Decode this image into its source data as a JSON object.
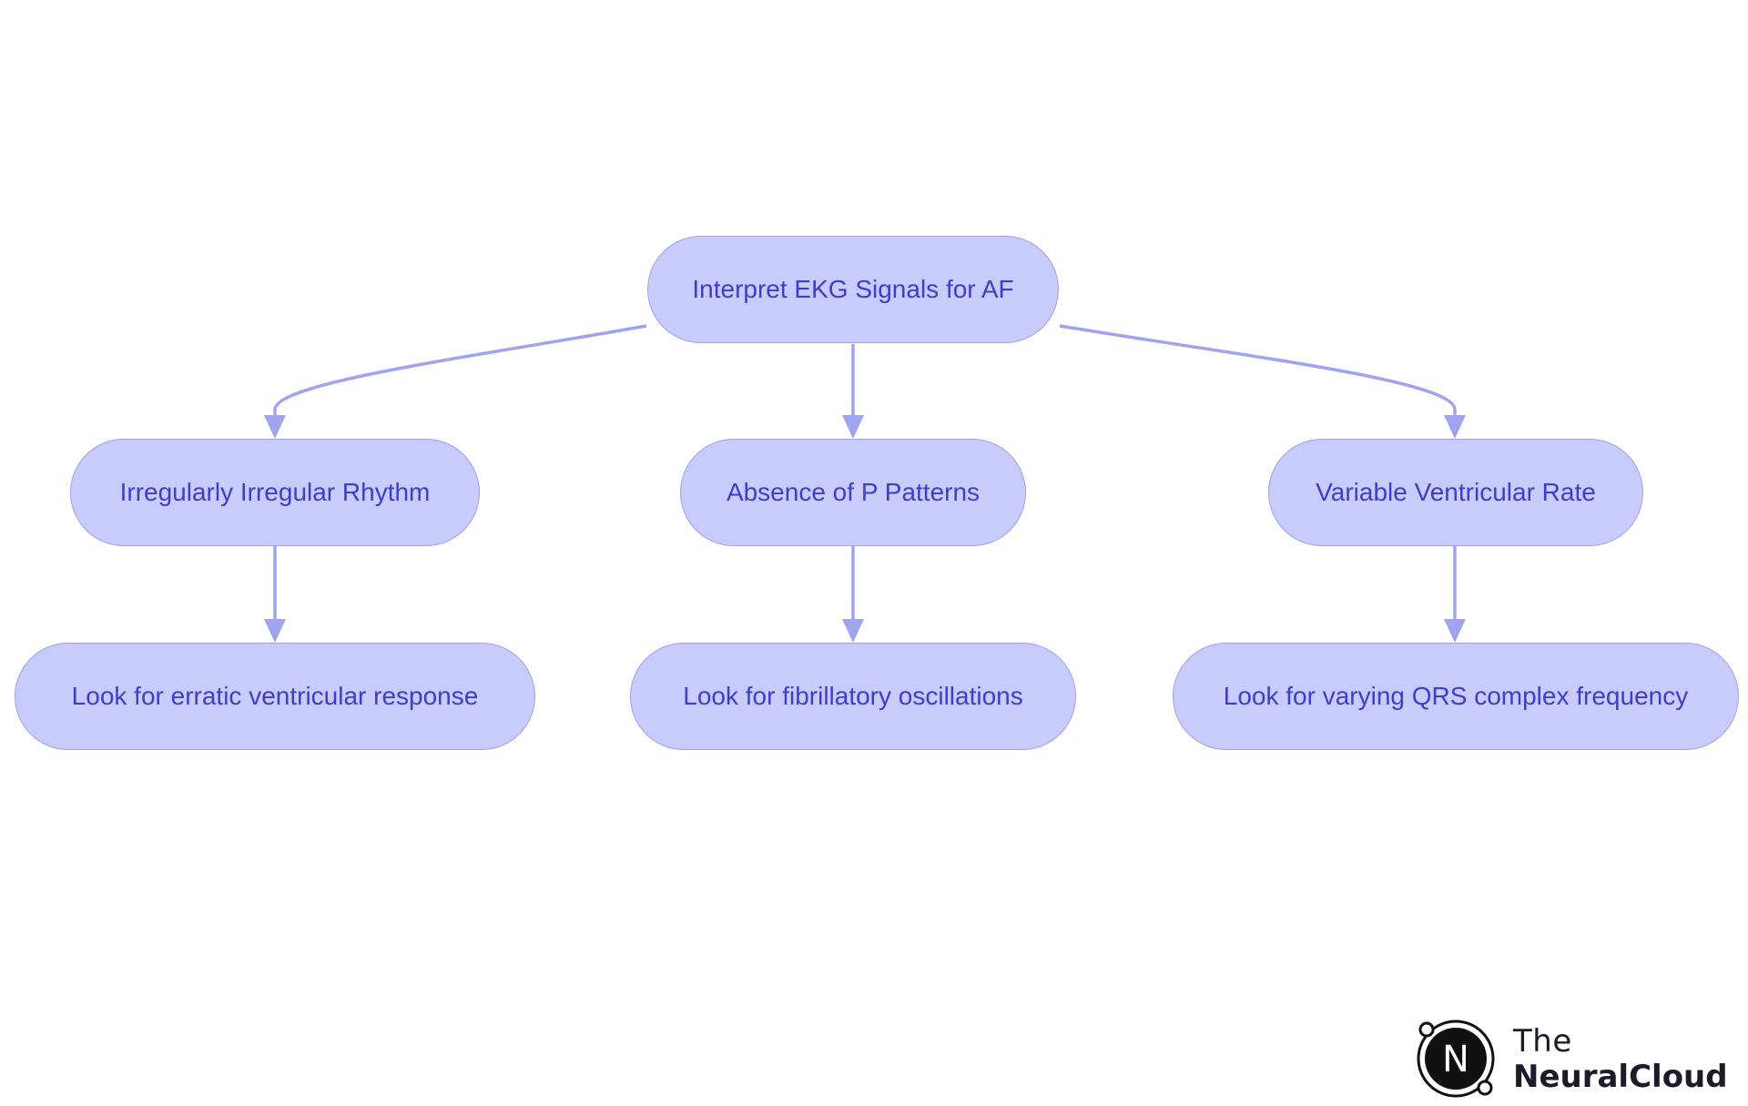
{
  "diagram": {
    "root": {
      "label": "Interpret EKG Signals for AF"
    },
    "branches": [
      {
        "label": "Irregularly Irregular Rhythm",
        "child": "Look for erratic ventricular response"
      },
      {
        "label": "Absence of P Patterns",
        "child": "Look for fibrillatory oscillations"
      },
      {
        "label": "Variable Ventricular Rate",
        "child": "Look for varying QRS complex frequency"
      }
    ]
  },
  "logo": {
    "line1": "The",
    "line2": "NeuralCloud",
    "mark": "N"
  },
  "colors": {
    "node_fill": "#c9cbfc",
    "node_border": "#9ea1ee",
    "node_text": "#3c3fc9",
    "edge": "#a0a3ee"
  }
}
